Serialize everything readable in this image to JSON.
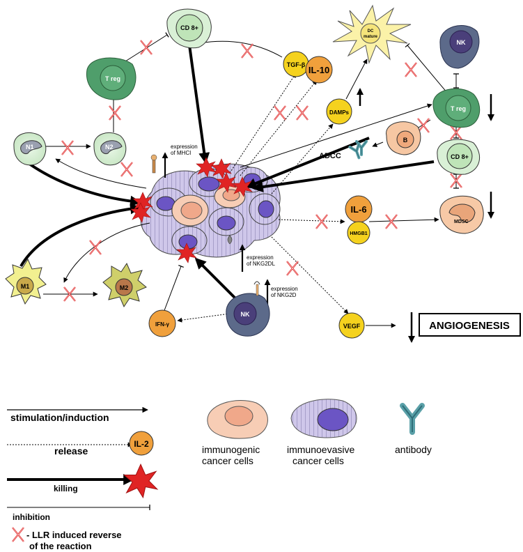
{
  "cells": {
    "cd8_top": "CD 8+",
    "treg_left": "T reg",
    "n1": "N1",
    "n2": "N2",
    "tgf": "TGF-β",
    "il10": "IL-10",
    "dc_line1": "DC",
    "dc_line2": "mature",
    "damps": "DAMPs",
    "nk_top": "NK",
    "treg_right": "T reg",
    "b": "B",
    "cd8_right": "CD 8+",
    "mdsc": "MDSC",
    "il6": "IL-6",
    "hmgb1": "HMGB1",
    "m1": "M1",
    "m2": "M2",
    "nk_bottom": "NK",
    "ifn": "IFN-γ",
    "vegf": "VEGF"
  },
  "annotations": {
    "mhci_line1": "expression",
    "mhci_line2": "of MHCI",
    "nkg2dl_line1": "expression",
    "nkg2dl_line2": "of NKG2DL",
    "nkg2d_line1": "expression",
    "nkg2d_line2": "of NKG2D",
    "adcc": "ADCC",
    "angiogenesis": "ANGIOGENESIS"
  },
  "legend": {
    "stimulation": "stimulation/induction",
    "release": "release",
    "il2": "IL-2",
    "killing": "killing",
    "inhibition": "inhibition",
    "llr_line1": "- LLR induced reverse",
    "llr_line2": "of the reaction",
    "immunogenic_line1": "immunogenic",
    "immunogenic_line2": "cancer cells",
    "immunoevasive_line1": "immunoevasive",
    "immunoevasive_line2": "cancer cells",
    "antibody": "antibody"
  },
  "colors": {
    "cd8": "#d9f0d6",
    "treg": "#4f9e6b",
    "nk": "#5c6a8a",
    "orange_cytokine": "#f0a03c",
    "yellow_cytokine": "#f5d21e",
    "tumor_evasive": "#c8c0e6",
    "tumor_nucleus": "#6b55c4",
    "tumor_immunogenic": "#f7cdb5",
    "killing_star": "#e02424",
    "llr_cross": "#e02424",
    "m1": "#f2f090",
    "m2": "#cfcf6a",
    "mdsc": "#f7c9a6",
    "b_cell": "#f6c7a3"
  }
}
